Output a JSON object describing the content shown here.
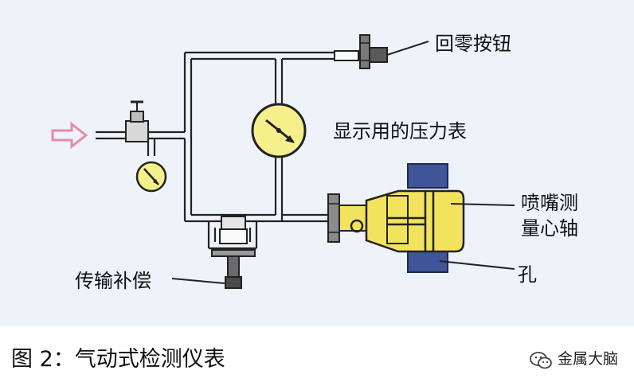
{
  "labels": {
    "reset_button": "回零按钮",
    "pressure_gauge": "显示用的压力表",
    "nozzle_line1": "喷嘴测",
    "nozzle_line2": "量心轴",
    "hole": "孔",
    "compensation": "传输补偿"
  },
  "caption": "图 2：气动式检测仪表",
  "brand": "金属大脑",
  "icons": {
    "inlet": "inlet-arrow-icon",
    "brand": "wechat-icon"
  },
  "colors": {
    "panel": "#eef3fa",
    "gauge_yellow": "#f6f08c",
    "mandrel_yellow": "#f2e35e",
    "workpiece_blue": "#3f5597",
    "inlet_arrow": "#e88aa8",
    "metal": "#6f6f6f"
  }
}
